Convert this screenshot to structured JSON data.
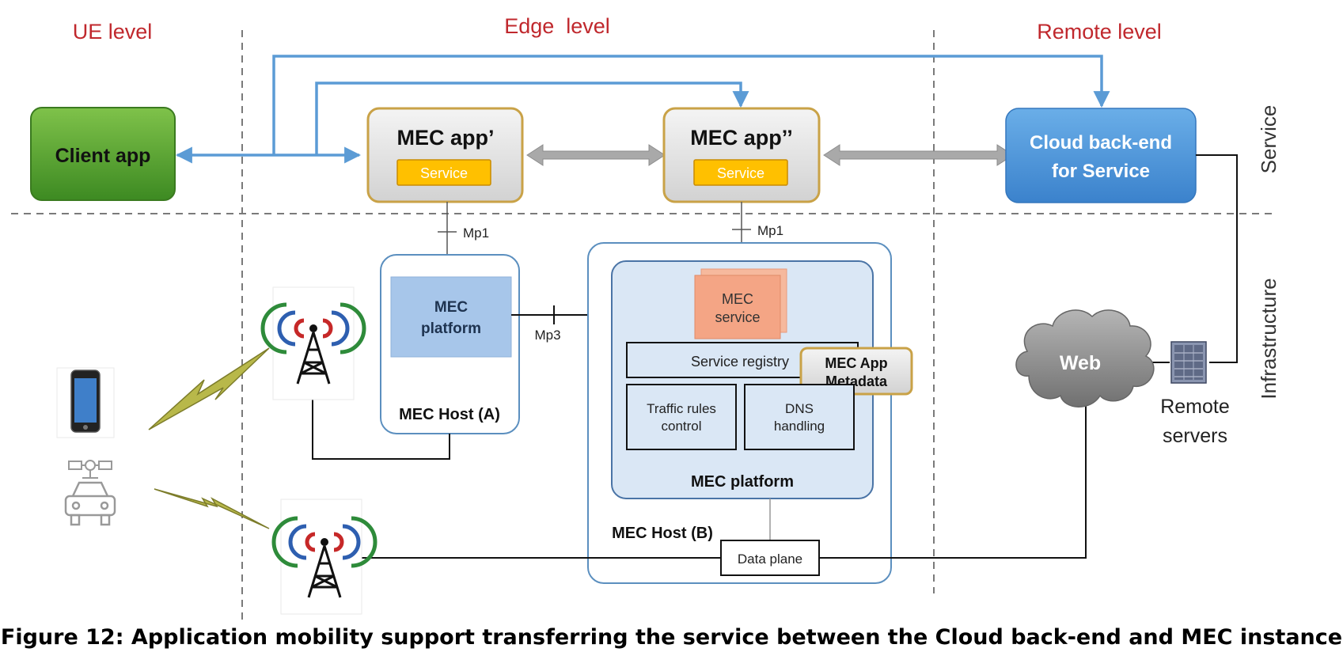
{
  "levels": {
    "ue": "UE level",
    "edge": "Edge  level",
    "remote": "Remote level"
  },
  "side_labels": {
    "service": "Service",
    "infrastructure": "Infrastructure"
  },
  "apps": {
    "client": "Client app",
    "mec_app_a": "MEC app’",
    "mec_app_b": "MEC app’’",
    "service_label": "Service",
    "cloud_line1": "Cloud back-end",
    "cloud_line2": "for Service"
  },
  "interfaces": {
    "mp1": "Mp1",
    "mp3": "Mp3"
  },
  "host_a": {
    "platform_line1": "MEC",
    "platform_line2": "platform",
    "title": "MEC Host (A)"
  },
  "host_b": {
    "mec_service_line1": "MEC",
    "mec_service_line2": "service",
    "service_registry": "Service registry",
    "metadata_line1": "MEC App",
    "metadata_line2": "Metadata",
    "traffic_line1": "Traffic rules",
    "traffic_line2": "control",
    "dns_line1": "DNS",
    "dns_line2": "handling",
    "platform": "MEC platform",
    "title": "MEC Host (B)",
    "data_plane": "Data plane"
  },
  "web": {
    "label": "Web",
    "servers_line1": "Remote",
    "servers_line2": "servers"
  },
  "icons": [
    "smartphone-icon",
    "car-icon",
    "satellite-icon",
    "antenna-tower-icon",
    "lightning-bolt-icon",
    "cloud-icon",
    "server-rack-icon"
  ],
  "colors": {
    "level_title": "#c0282d",
    "link_blue": "#5b9bd5",
    "client_green": "#4f9d2e",
    "cloud_blue": "#4a90d9",
    "service_orange": "#ffc000"
  },
  "caption": "Figure 12: Application mobility support transferring the service between the Cloud back-end and MEC instance"
}
